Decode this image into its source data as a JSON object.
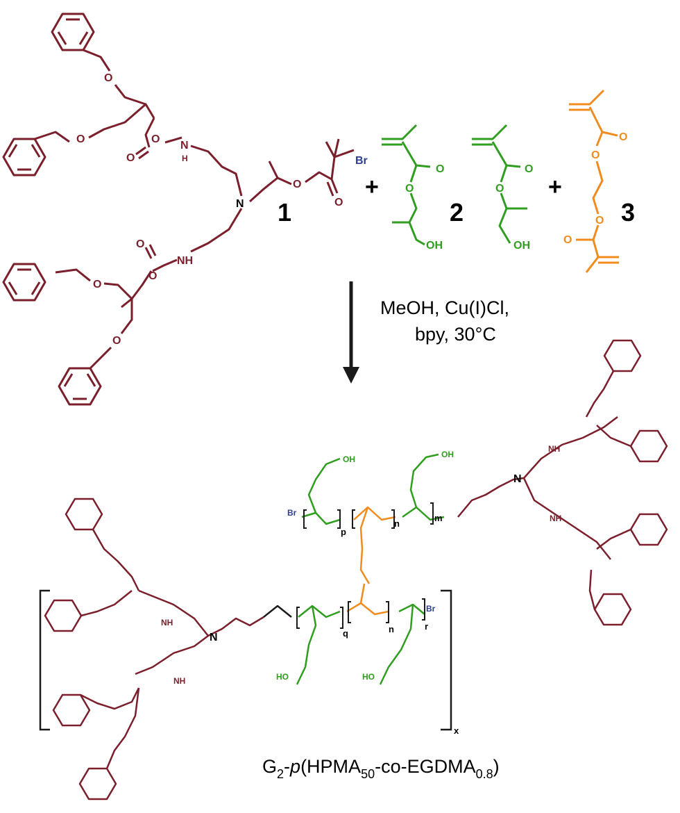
{
  "palette": {
    "initiator": "#7a1f2b",
    "hpma": "#2f9e1f",
    "egdma": "#f08c1e",
    "bromine": "#2c3f8f",
    "black": "#000000"
  },
  "atoms": {
    "oxygen": "O",
    "nitrogen": "N",
    "amine_h": "H",
    "nh": "NH",
    "hydroxyl": "OH",
    "hydroxyl_left": "HO",
    "bromine": "Br"
  },
  "reactants": {
    "initiator_label": "1",
    "hpma_label": "2",
    "egdma_label": "3",
    "plus_1": "+",
    "plus_2": "+"
  },
  "conditions": {
    "line1": "MeOH, Cu(I)Cl,",
    "line2": "bpy, 30°C"
  },
  "repeat_indices": {
    "p": "p",
    "n": "n",
    "m": "m",
    "q": "q",
    "r": "r",
    "x": "x"
  },
  "product": {
    "caption_main": "G",
    "caption_g_sub": "2",
    "caption_italic": "p",
    "caption_open": "(HPMA",
    "caption_hpma_sub": "50",
    "caption_mid": "-co-EGDMA",
    "caption_egdma_sub": "0.8",
    "caption_close": ")"
  }
}
